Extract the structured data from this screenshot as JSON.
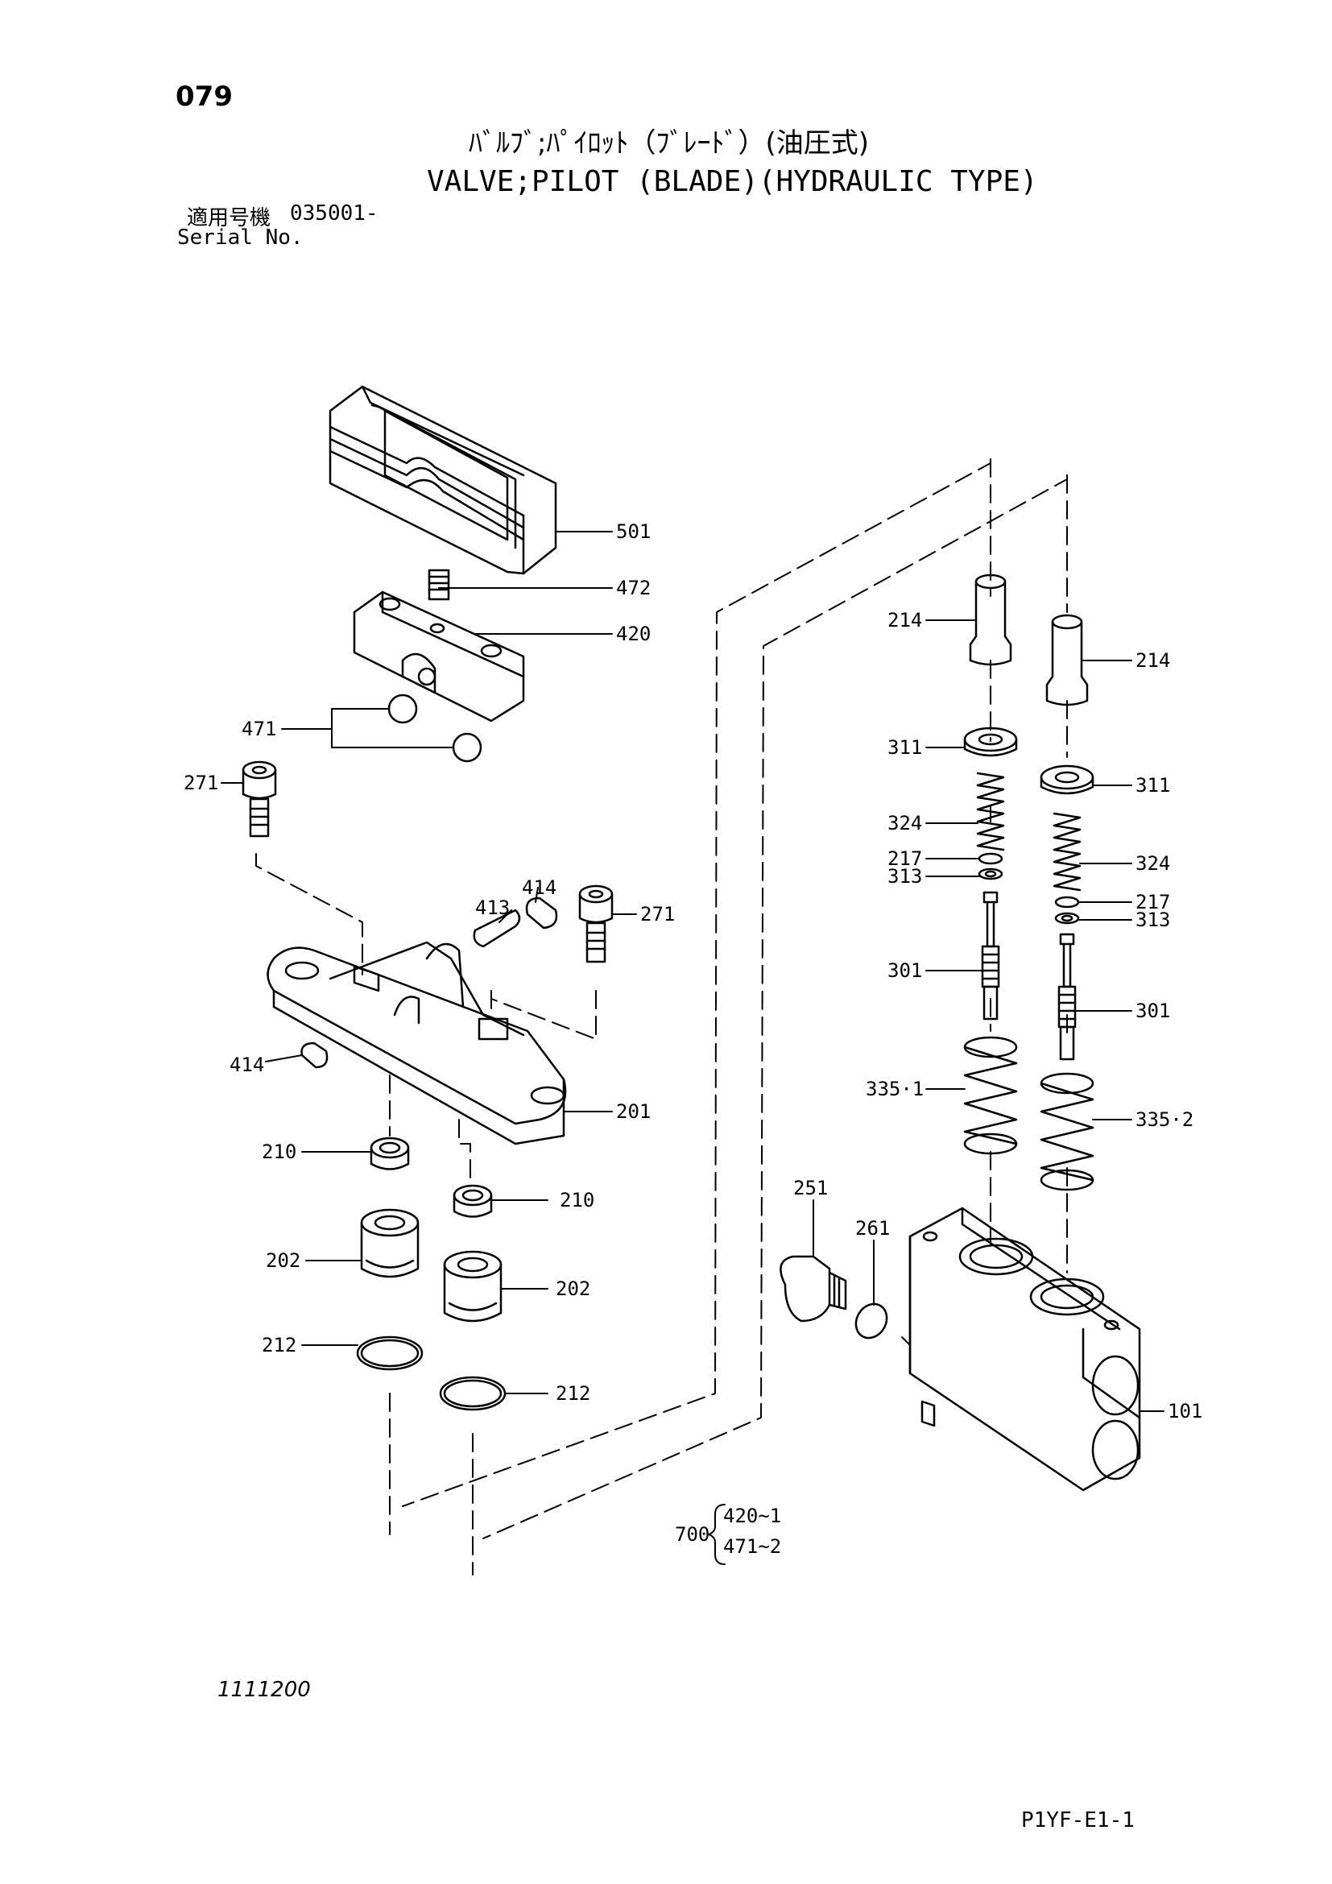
{
  "header": {
    "page_number": "079",
    "title_jp": "ﾊﾞﾙﾌﾞ;ﾊﾟｲﾛｯﾄ（ﾌﾞﾚｰﾄﾞ）(油圧式)",
    "title_en": "VALVE;PILOT (BLADE)(HYDRAULIC TYPE)",
    "serial_label_jp": "適用号機",
    "serial_value": "035001-",
    "serial_label_en": "Serial No."
  },
  "footer": {
    "drawing_number": "1111200",
    "page_code": "P1YF-E1-1"
  },
  "labels": {
    "p501": "501",
    "p472": "472",
    "p420": "420",
    "p471": "471",
    "p271a": "271",
    "p271b": "271",
    "p414a": "414",
    "p414b": "414",
    "p413": "413",
    "p201": "201",
    "p210a": "210",
    "p210b": "210",
    "p202a": "202",
    "p202b": "202",
    "p212a": "212",
    "p212b": "212",
    "p214a": "214",
    "p214b": "214",
    "p311a": "311",
    "p311b": "311",
    "p324a": "324",
    "p324b": "324",
    "p217a": "217",
    "p217b": "217",
    "p313a": "313",
    "p313b": "313",
    "p301a": "301",
    "p301b": "301",
    "p3351": "335·1",
    "p3352": "335·2",
    "p251": "251",
    "p261": "261",
    "p101": "101",
    "p700": "700",
    "p420_1": "420~1",
    "p471_2": "471~2"
  }
}
